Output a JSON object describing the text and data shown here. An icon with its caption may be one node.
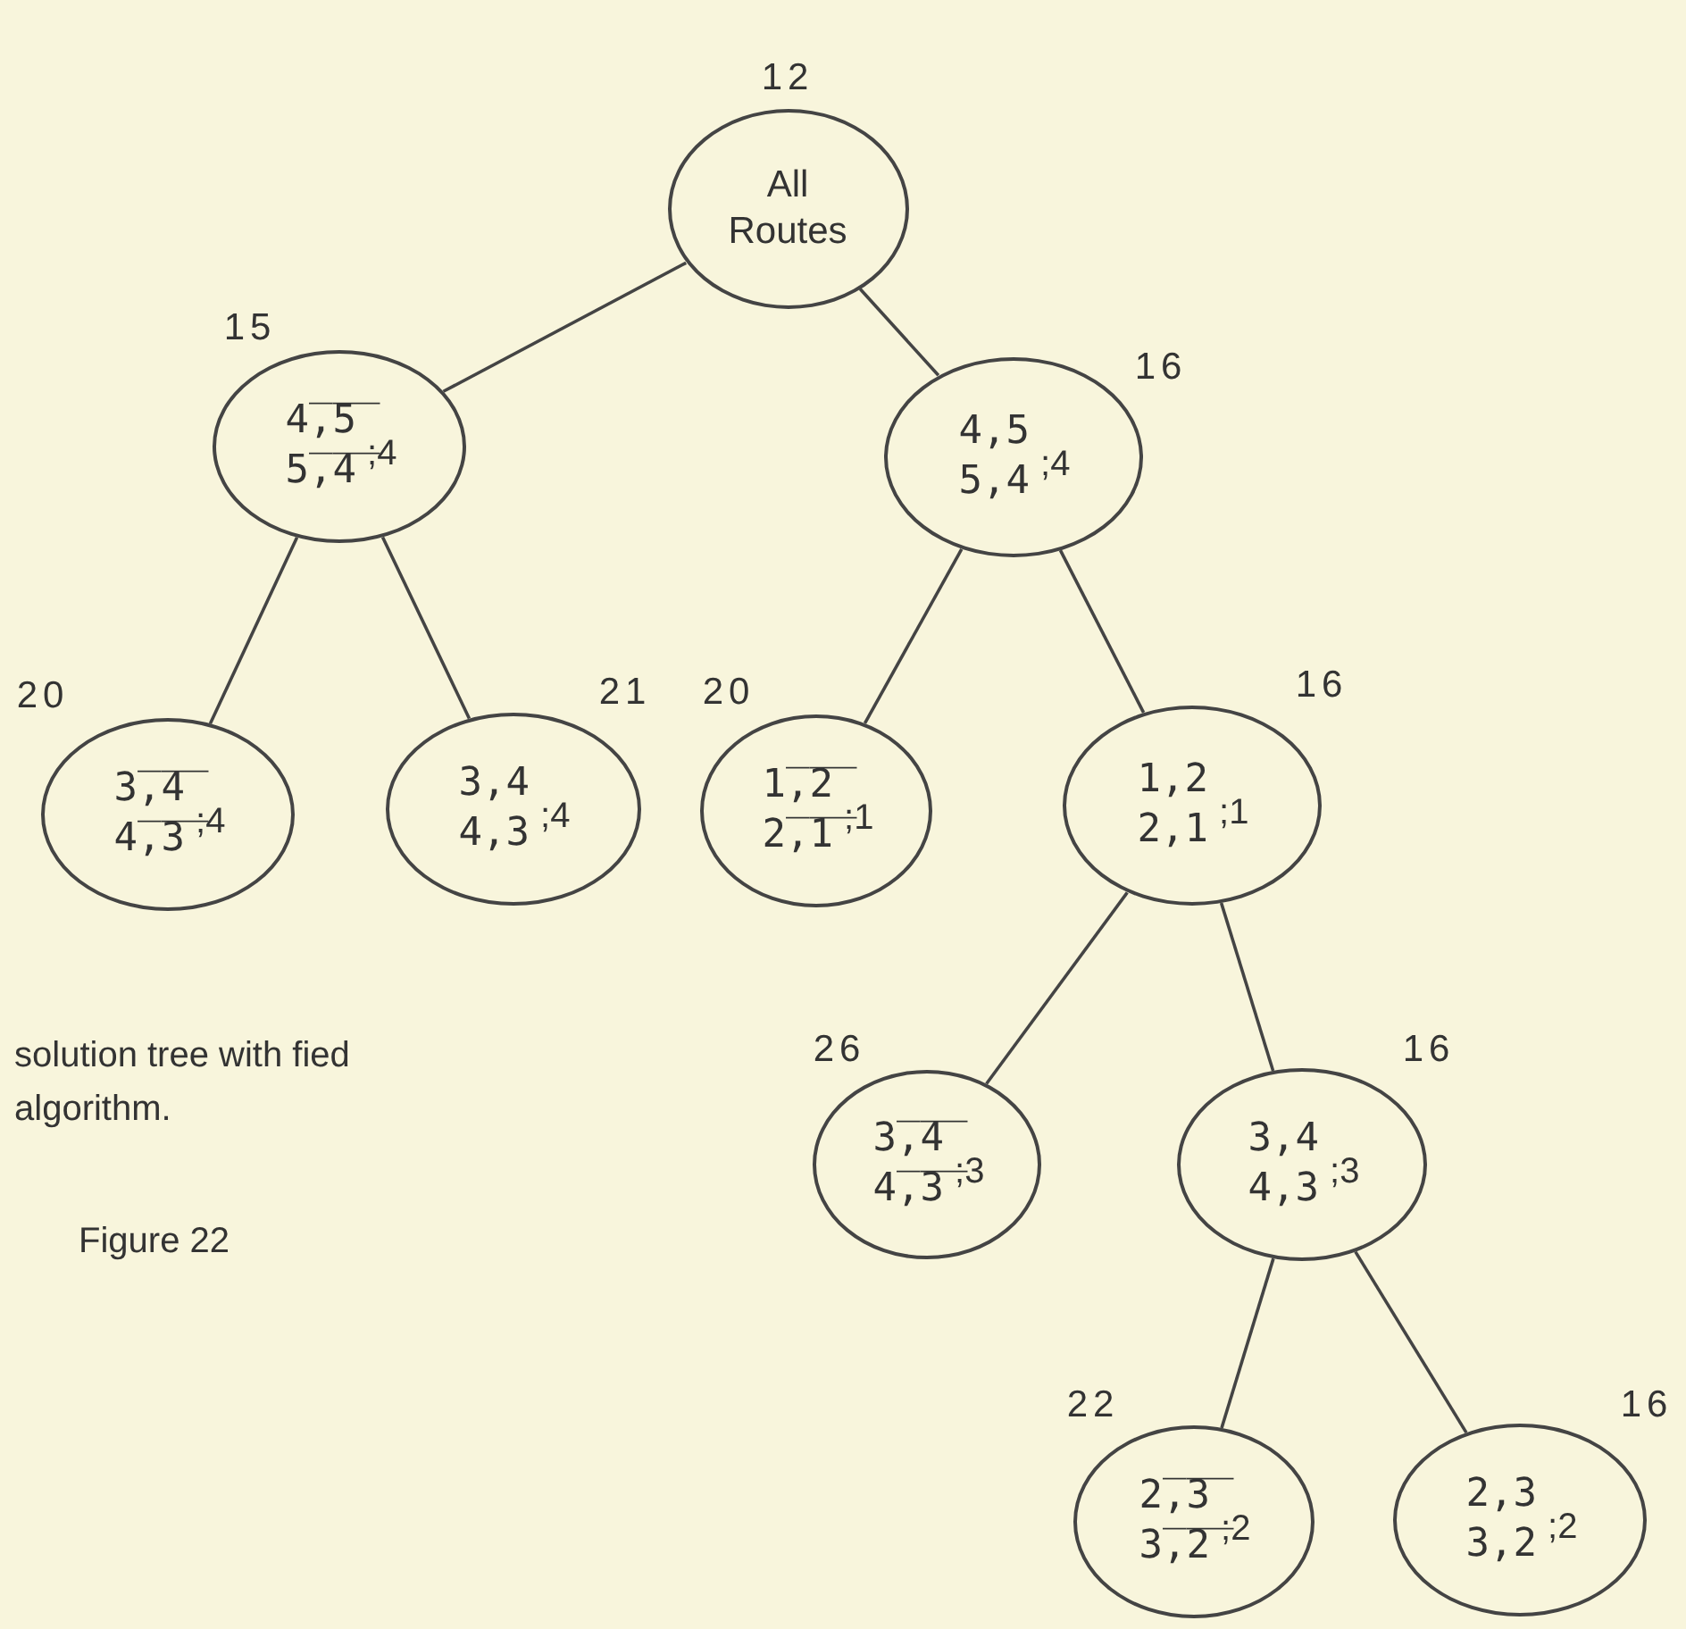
{
  "diagram": {
    "nodes": [
      {
        "text": [
          "All Routes"
        ],
        "beside": [
          "12"
        ]
      },
      {
        "text": [
          "4̅,̅5̅",
          "5̅,̅4̅",
          ";4"
        ],
        "beside": [
          "15"
        ]
      },
      {
        "text": [
          "4,5",
          "5,4",
          ";4"
        ],
        "beside": [
          "16"
        ]
      },
      {
        "text": [
          "3̅,̅4̅",
          "4̅,̅3̅",
          ";4"
        ],
        "beside": [
          "20"
        ]
      },
      {
        "text": [
          "3,4",
          "4,3",
          ";4"
        ],
        "beside": [
          "21"
        ]
      },
      {
        "text": [
          "1̅,̅2̅",
          "2̅,̅1̅",
          ";1"
        ],
        "beside": [
          "20"
        ]
      },
      {
        "text": [
          "1,2",
          "2,1",
          ";1"
        ],
        "beside": [
          "16"
        ]
      },
      {
        "text": [
          "3̅,̅4̅",
          "4̅,̅3̅",
          ";3"
        ],
        "beside": [
          "26"
        ]
      },
      {
        "text": [
          "3,4",
          "4,3",
          ";3"
        ],
        "beside": [
          "16"
        ]
      },
      {
        "text": [
          "2̅,̅3̅",
          "3̅,̅2̅",
          ";2"
        ],
        "beside": [
          "22"
        ]
      },
      {
        "text": [
          "2,3",
          "3,2",
          ";2"
        ],
        "beside": [
          "16"
        ]
      }
    ],
    "edges": [
      {
        "from": 0,
        "to": 1,
        "arrow": "none"
      },
      {
        "from": 0,
        "to": 2,
        "arrow": "none"
      },
      {
        "from": 1,
        "to": 3,
        "arrow": "none"
      },
      {
        "from": 1,
        "to": 4,
        "arrow": "none"
      },
      {
        "from": 2,
        "to": 5,
        "arrow": "none"
      },
      {
        "from": 2,
        "to": 6,
        "arrow": "none"
      },
      {
        "from": 6,
        "to": 7,
        "arrow": "none"
      },
      {
        "from": 6,
        "to": 8,
        "arrow": "none"
      },
      {
        "from": 8,
        "to": 9,
        "arrow": "none"
      },
      {
        "from": 8,
        "to": 10,
        "arrow": "none"
      }
    ],
    "labels": [
      "solution tree with fied algorithm.",
      "Figure 22"
    ]
  }
}
